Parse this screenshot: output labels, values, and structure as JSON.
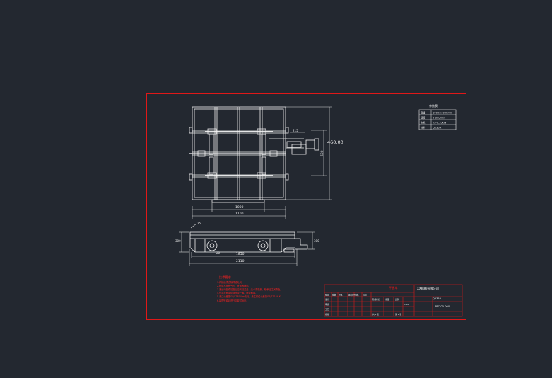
{
  "colors": {
    "background": "#232830",
    "frame": "#e01818",
    "line": "#f2f2f2",
    "dim": "#dcdcdc",
    "notes": "#ff2020"
  },
  "drawing": {
    "top_view": {
      "dim_height": "460.00",
      "dim_width_inner": "1000",
      "dim_width_outer": "1100",
      "dim_right": "600",
      "dim_motor": "215"
    },
    "side_view": {
      "dim_overall": "2110",
      "dim_base": "1850",
      "dim_left_height": "300",
      "dim_right_height": "300",
      "dim_top_tag": "25",
      "dim_wheel": "20"
    },
    "params_table": {
      "title": "参数表",
      "rows": [
        {
          "label": "载重",
          "value": "1000×1000mm"
        },
        {
          "label": "速度",
          "value": "0-3m/min"
        },
        {
          "label": "电机",
          "value": "YS-0.55kW"
        },
        {
          "label": "材料",
          "value": "Q235A"
        }
      ]
    },
    "notes": {
      "title": "技术要求",
      "lines": [
        "1.焊接后须去除焊渣毛刺。",
        "2.焊缝不得有气孔、夹渣等缺陷。",
        "3.各运动部件装配后应转动灵活，无卡滞现象，轴承加注润滑脂。",
        "4.外露表面涂防锈底漆一遍，面漆两遍。",
        "5.未注公差按GB/T1804-m执行，未注形位公差按GB/T1184-K。",
        "6.装配完成后进行空载试运行。"
      ]
    },
    "title_block": {
      "company": "XX机械有限公司",
      "drawing_name": "平板车",
      "drawing_no": "PBC-00-000",
      "material": "Q235A",
      "scale_label": "比例",
      "scale_value": "1:10",
      "weight_label": "重量",
      "sheet_label": "共 1 张",
      "sheet_no": "第 1 张",
      "designer_label": "设计",
      "checker_label": "审核",
      "process_label": "工艺",
      "approve_label": "批准",
      "rev_headers": [
        "标记",
        "处数",
        "分区",
        "更改文件号",
        "签名",
        "日期"
      ],
      "stage_label": "阶段标记"
    }
  }
}
